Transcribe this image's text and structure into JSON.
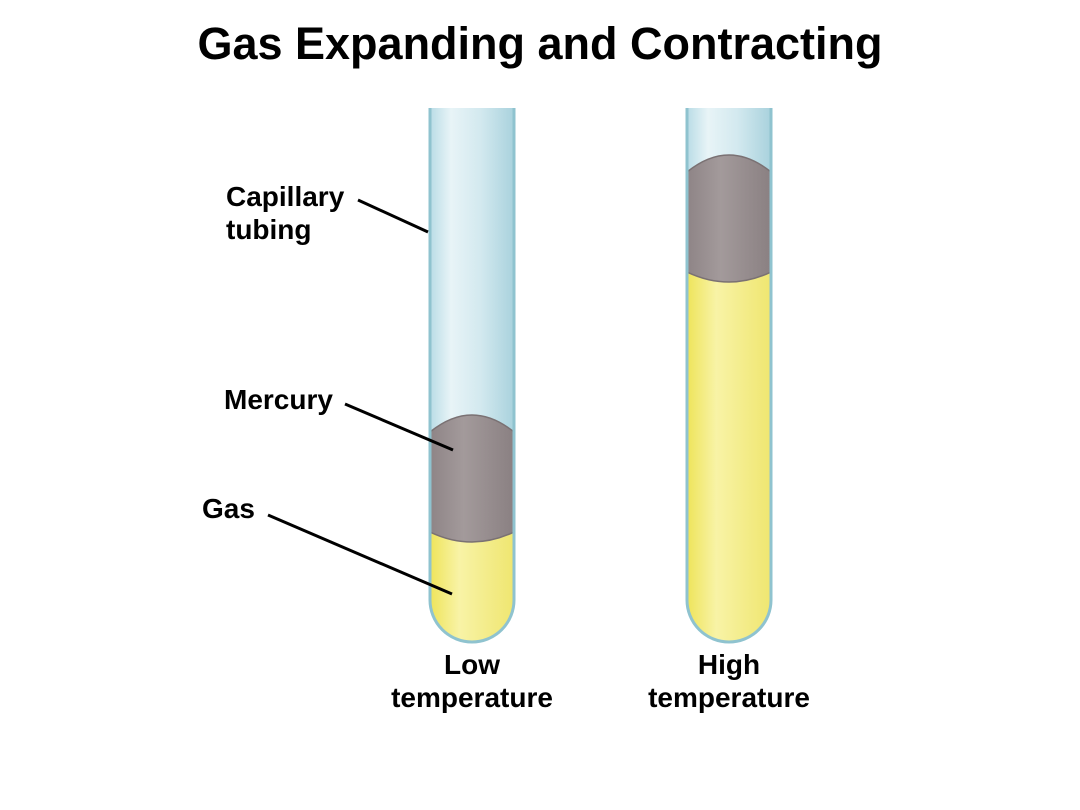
{
  "title": "Gas Expanding and Contracting",
  "labels": {
    "capillary_line1": "Capillary",
    "capillary_line2": "tubing",
    "mercury": "Mercury",
    "gas": "Gas"
  },
  "tubes": [
    {
      "caption_line1": "Low",
      "caption_line2": "temperature"
    },
    {
      "caption_line1": "High",
      "caption_line2": "temperature"
    }
  ],
  "colors": {
    "tube_glass": "#d7ecf2",
    "tube_outline": "#8fc3cf",
    "mercury": "#9c9293",
    "gas": "#f3ee7a",
    "leader_line": "#000000"
  }
}
